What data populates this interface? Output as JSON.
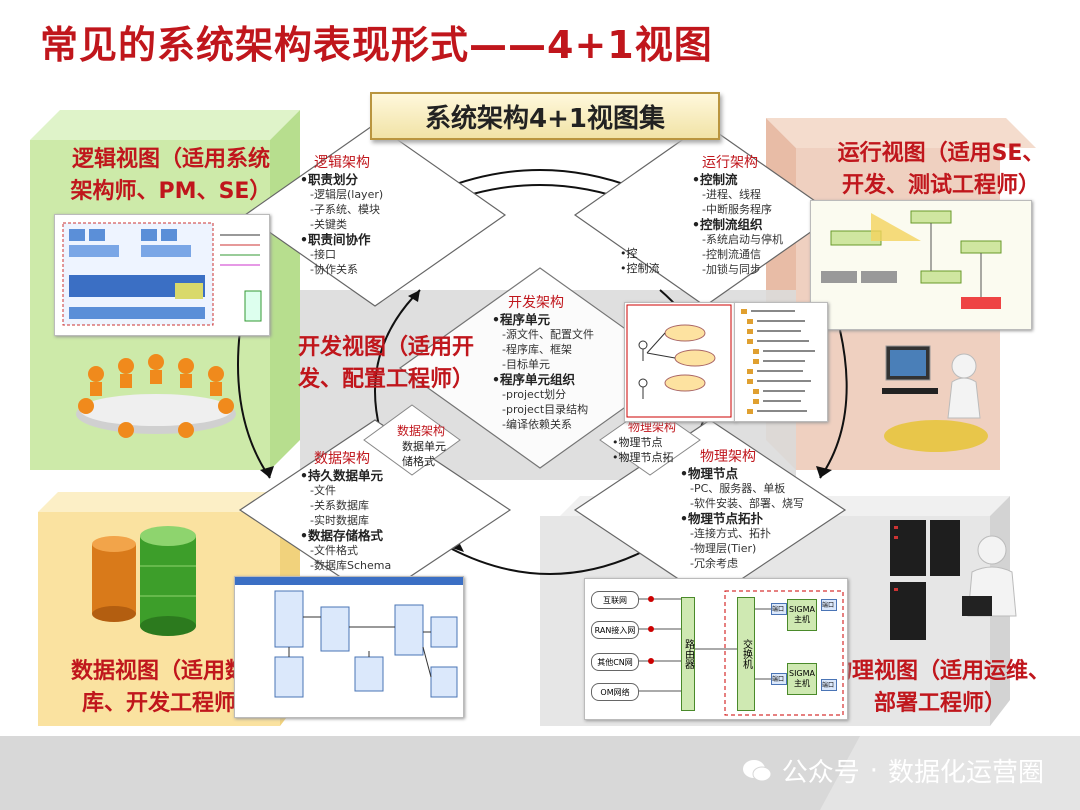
{
  "title": "常见的系统架构表现形式——4+1视图",
  "banner": "系统架构4+1视图集",
  "quadrants": {
    "logic": "逻辑视图（适用系统架构师、PM、SE）",
    "logic_l1": "逻辑视图（适用系统",
    "logic_l2": "架构师、PM、SE）",
    "run_l1": "运行视图（适用SE、",
    "run_l2": "开发、测试工程师）",
    "dev_l1": "开发视图（适用开",
    "dev_l2": "发、配置工程师）",
    "data_l1": "数据视图（适用数据",
    "data_l2": "库、开发工程师）",
    "phys_l1": "物理视图（适用运维、",
    "phys_l2": "部署工程师）"
  },
  "cards": {
    "logic": {
      "title": "逻辑架构",
      "lines": [
        {
          "lvl": 1,
          "text": "•职责划分"
        },
        {
          "lvl": 2,
          "text": "-逻辑层(layer)"
        },
        {
          "lvl": 2,
          "text": "-子系统、模块"
        },
        {
          "lvl": 2,
          "text": "-关键类"
        },
        {
          "lvl": 1,
          "text": "•职责间协作"
        },
        {
          "lvl": 2,
          "text": "-接口"
        },
        {
          "lvl": 2,
          "text": "-协作关系"
        }
      ]
    },
    "run": {
      "title": "运行架构",
      "lines": [
        {
          "lvl": 1,
          "text": "•控制流"
        },
        {
          "lvl": 2,
          "text": "-进程、线程"
        },
        {
          "lvl": 2,
          "text": "-中断服务程序"
        },
        {
          "lvl": 1,
          "text": "•控制流组织"
        },
        {
          "lvl": 2,
          "text": "-系统启动与停机"
        },
        {
          "lvl": 2,
          "text": "-控制流通信"
        },
        {
          "lvl": 2,
          "text": "-加锁与同步"
        }
      ]
    },
    "dev": {
      "title": "开发架构",
      "lines": [
        {
          "lvl": 1,
          "text": "•程序单元"
        },
        {
          "lvl": 2,
          "text": "-源文件、配置文件"
        },
        {
          "lvl": 2,
          "text": "-程序库、框架"
        },
        {
          "lvl": 2,
          "text": "-目标单元"
        },
        {
          "lvl": 1,
          "text": "•程序单元组织"
        },
        {
          "lvl": 2,
          "text": "-project划分"
        },
        {
          "lvl": 2,
          "text": "-project目录结构"
        },
        {
          "lvl": 2,
          "text": "-编译依赖关系"
        }
      ]
    },
    "data": {
      "title": "数据架构",
      "lines": [
        {
          "lvl": 1,
          "text": "•持久数据单元"
        },
        {
          "lvl": 2,
          "text": "-文件"
        },
        {
          "lvl": 2,
          "text": "-关系数据库"
        },
        {
          "lvl": 2,
          "text": "-实时数据库"
        },
        {
          "lvl": 1,
          "text": "•数据存储格式"
        },
        {
          "lvl": 2,
          "text": "-文件格式"
        },
        {
          "lvl": 2,
          "text": "-数据库Schema"
        }
      ]
    },
    "phys": {
      "title": "物理架构",
      "lines": [
        {
          "lvl": 1,
          "text": "•物理节点"
        },
        {
          "lvl": 2,
          "text": "-PC、服务器、单板"
        },
        {
          "lvl": 2,
          "text": "-软件安装、部署、烧写"
        },
        {
          "lvl": 1,
          "text": "•物理节点拓扑"
        },
        {
          "lvl": 2,
          "text": "-连接方式、拓扑"
        },
        {
          "lvl": 2,
          "text": "-物理层(Tier)"
        },
        {
          "lvl": 2,
          "text": "-冗余考虑"
        }
      ]
    },
    "ghost_data": {
      "title": "数据架构",
      "l1": "数据单元",
      "l2": "储格式"
    },
    "ghost_phys": {
      "title": "物理架构",
      "l1": "•物理节点",
      "l2": "•物理节点拓"
    },
    "ghost_run": {
      "l1": "•控",
      "l2": "•控制流"
    }
  },
  "network": {
    "nodes": [
      "互联网",
      "RAN接入网",
      "其他CN网",
      "OM网络"
    ],
    "router": "路由器",
    "switch": "交换机",
    "host": "SIGMA主机",
    "port": "端口"
  },
  "footer": {
    "brand": "公众号",
    "sep": "·",
    "name": "数据化运营圈"
  },
  "colors": {
    "accent": "#c0161c",
    "green": "#c9e8a8",
    "peach": "#edc8b8",
    "yellow": "#f9e3a0",
    "gray": "#e6e6e6"
  }
}
